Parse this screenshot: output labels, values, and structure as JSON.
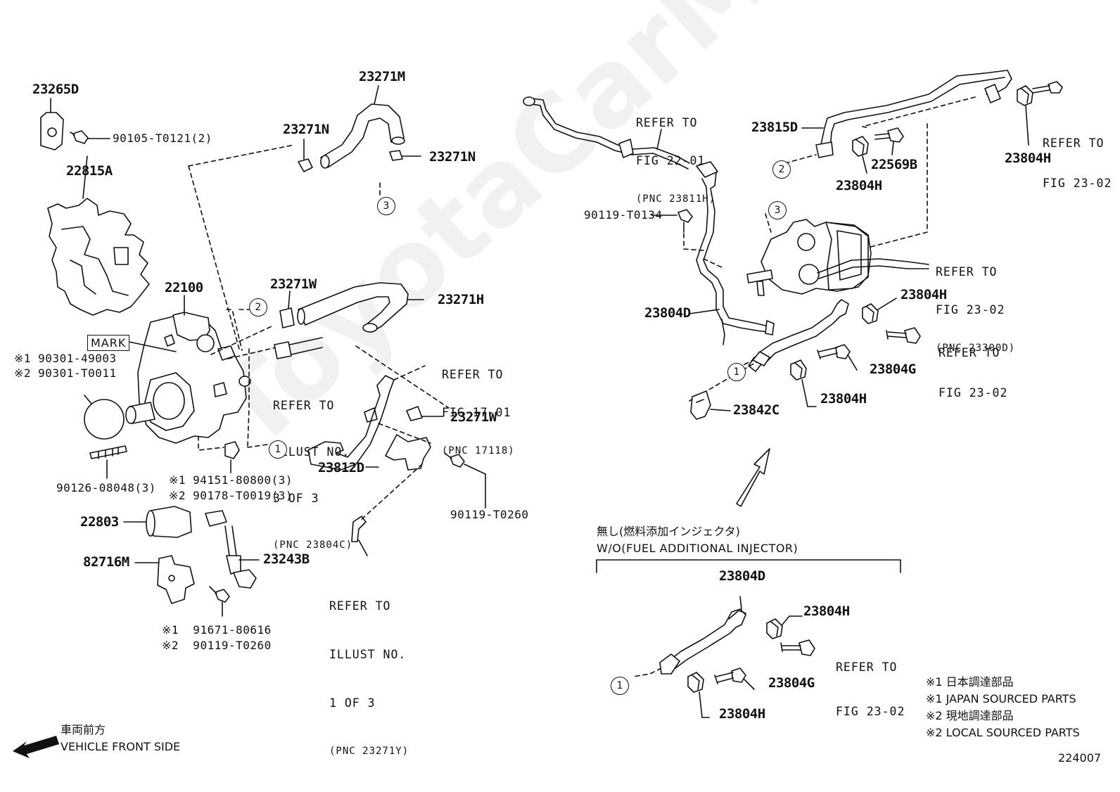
{
  "parts": {
    "p23265D": "23265D",
    "p90105": "90105-T0121(2)",
    "p22815A": "22815A",
    "p22100": "22100",
    "mark": "MARK",
    "p90301a": "※1 90301-49003",
    "p90301b": "※2 90301-T0011",
    "p90126": "90126-08048(3)",
    "p94151": "※1 94151-80800(3)",
    "p90178": "※2 90178-T0019(3)",
    "p22803": "22803",
    "p82716M": "82716M",
    "p23243B": "23243B",
    "p91671": "※1  91671-80616",
    "p90119b": "※2  90119-T0260",
    "p23271M": "23271M",
    "p23271N_a": "23271N",
    "p23271N_b": "23271N",
    "p23271W_a": "23271W",
    "p23271H": "23271H",
    "p23271W_b": "23271W",
    "p23812D": "23812D",
    "p90119_T0260": "90119-T0260",
    "p90119_T0134": "90119-T0134",
    "p23815D": "23815D",
    "p22569B": "22569B",
    "p23804H_1": "23804H",
    "p23804H_2": "23804H",
    "p23804D": "23804D",
    "p23804H_3": "23804H",
    "p23804G": "23804G",
    "p23804H_4": "23804H",
    "p23842C": "23842C",
    "p23804D_b": "23804D",
    "p23804H_5": "23804H",
    "p23804G_b": "23804G",
    "p23804H_6": "23804H"
  },
  "refs": {
    "r1": [
      "REFER TO",
      "ILLUST NO.",
      "3 OF 3",
      "(PNC 23804C)"
    ],
    "r2": [
      "REFER TO",
      "FIG 17-01",
      "(PNC 17118)"
    ],
    "r3": [
      "REFER TO",
      "ILLUST NO.",
      "1 OF 3",
      "(PNC 23271Y)"
    ],
    "r4": [
      "REFER TO",
      "FIG 22-01",
      "(PNC 23811H)"
    ],
    "r5": [
      "REFER TO",
      "FIG 23-02"
    ],
    "r6": [
      "REFER TO",
      "FIG 23-02",
      "(PNC 23300D)"
    ],
    "r7": [
      "REFER TO",
      "FIG 23-02"
    ],
    "r8": [
      "REFER TO",
      "FIG 23-02"
    ]
  },
  "circles": {
    "one": "1",
    "two": "2",
    "three": "3"
  },
  "variant": {
    "jp": "無し(燃料添加インジェクタ)",
    "en": "W/O(FUEL ADDITIONAL INJECTOR)"
  },
  "legend": {
    "l1": "※1 日本調達部品",
    "l2": "※1 JAPAN SOURCED PARTS",
    "l3": "※2 現地調達部品",
    "l4": "※2 LOCAL SOURCED PARTS"
  },
  "front": {
    "jp": "車両前方",
    "en": "VEHICLE FRONT SIDE"
  },
  "fig_number": "224007",
  "watermark": "ToyotaCarMine.ru",
  "icons": [
    "front-arrow-icon",
    "direction-arrow-icon"
  ]
}
